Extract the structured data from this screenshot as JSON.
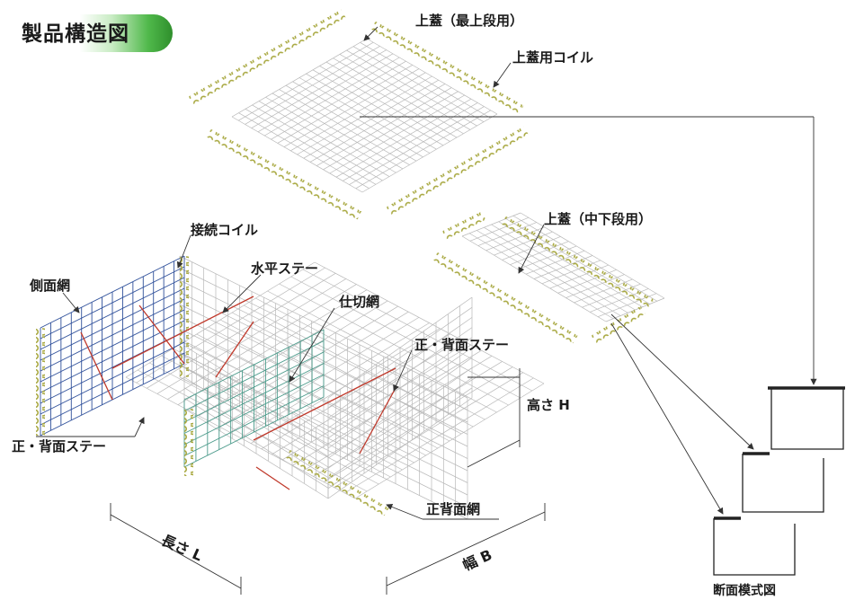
{
  "title": "製品構造図",
  "labels": {
    "top_lid_top": "上蓋（最上段用）",
    "top_lid_coil": "上蓋用コイル",
    "top_lid_middle": "上蓋（中下段用）",
    "connecting_coil": "接続コイル",
    "horizontal_stay": "水平ステー",
    "side_mesh": "側面網",
    "partition_mesh": "仕切網",
    "front_back_stay_right": "正・背面ステー",
    "front_back_stay_left": "正・背面ステー",
    "height": "高さ H",
    "front_back_mesh": "正背面網",
    "length": "長さ L",
    "width": "幅 B",
    "section_diagram": "断面模式図"
  },
  "colors": {
    "mesh": "#b8b8b8",
    "side_mesh": "#2e4f9a",
    "partition_mesh": "#4a9a8a",
    "coil": "#a8a840",
    "stay": "#c0392b",
    "line": "#333333",
    "badge_green": "#4fb84a"
  }
}
